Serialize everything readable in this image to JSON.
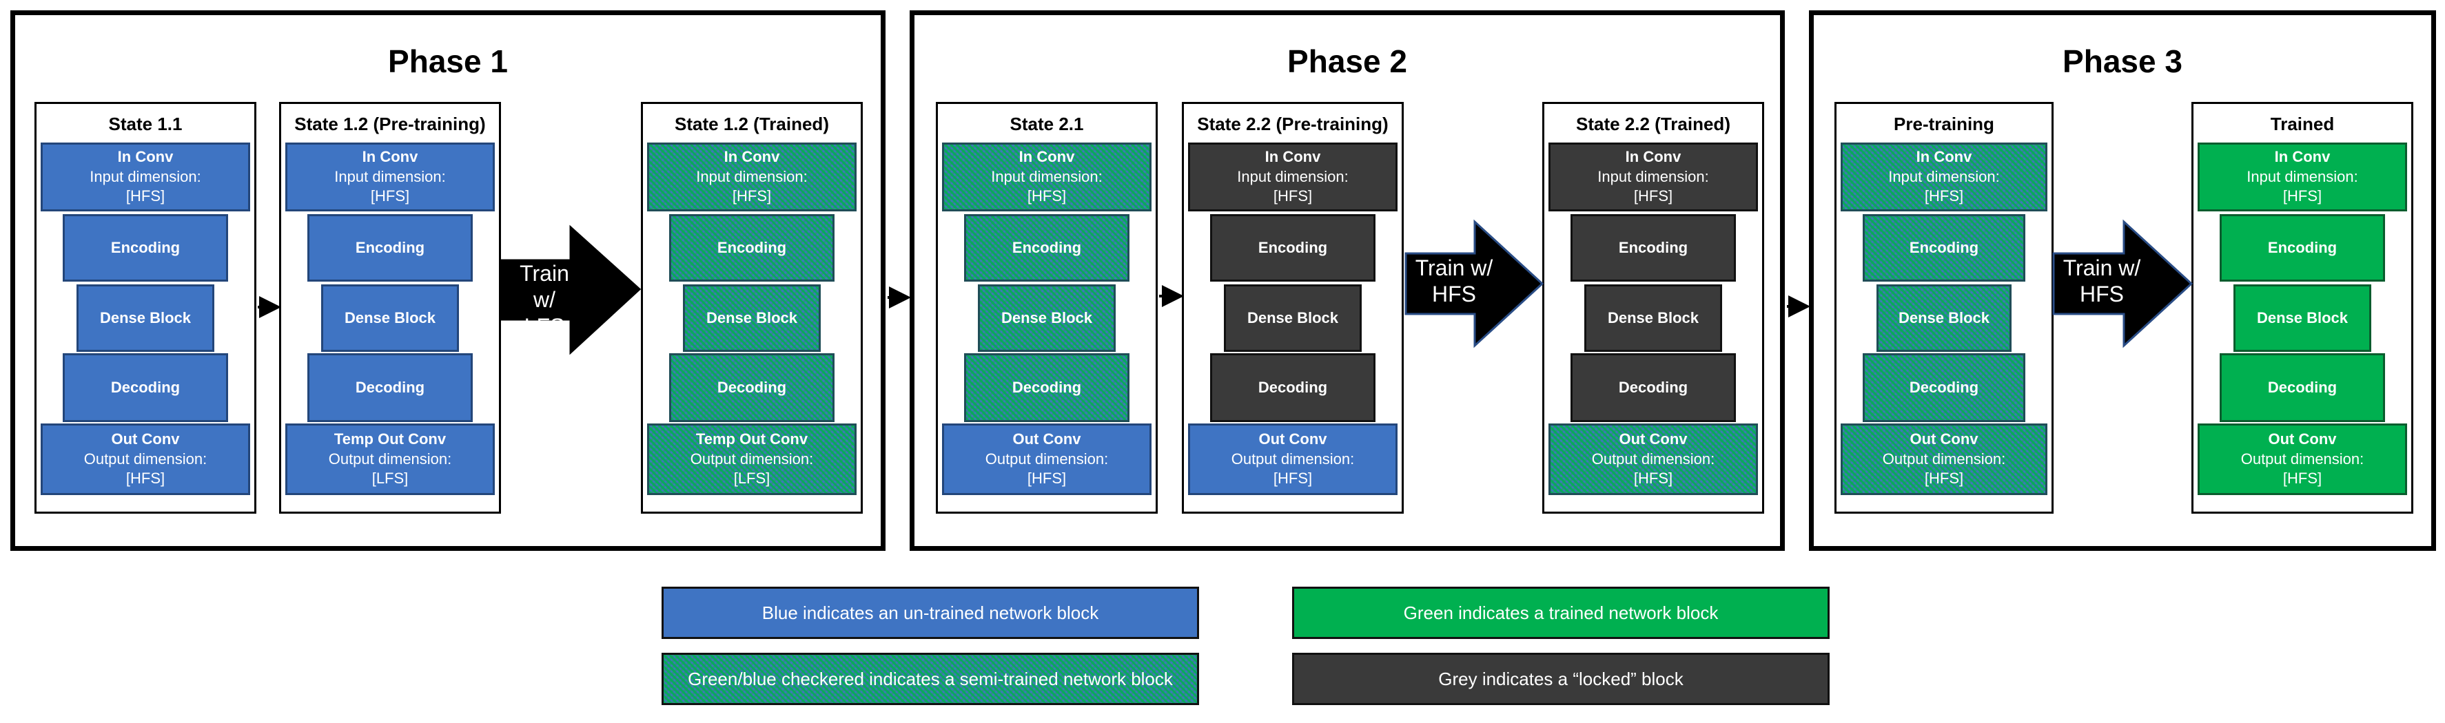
{
  "phases": [
    {
      "title": "Phase 1",
      "states": [
        {
          "title": "State 1.1",
          "blocks": [
            {
              "name": "In Conv",
              "line2": "Input dimension:",
              "line3": "[HFS]",
              "color": "blue"
            },
            {
              "name": "Encoding",
              "color": "blue"
            },
            {
              "name": "Dense Block",
              "color": "blue"
            },
            {
              "name": "Decoding",
              "color": "blue"
            },
            {
              "name": "Out Conv",
              "line2": "Output dimension:",
              "line3": "[HFS]",
              "color": "blue"
            }
          ]
        },
        {
          "title": "State 1.2 (Pre-training)",
          "blocks": [
            {
              "name": "In Conv",
              "line2": "Input dimension:",
              "line3": "[HFS]",
              "color": "blue"
            },
            {
              "name": "Encoding",
              "color": "blue"
            },
            {
              "name": "Dense Block",
              "color": "blue"
            },
            {
              "name": "Decoding",
              "color": "blue"
            },
            {
              "name": "Temp Out Conv",
              "line2": "Output dimension:",
              "line3": "[LFS]",
              "color": "blue"
            }
          ]
        },
        {
          "title": "State 1.2 (Trained)",
          "blocks": [
            {
              "name": "In Conv",
              "line2": "Input dimension:",
              "line3": "[HFS]",
              "color": "checkered"
            },
            {
              "name": "Encoding",
              "color": "checkered"
            },
            {
              "name": "Dense Block",
              "color": "checkered"
            },
            {
              "name": "Decoding",
              "color": "checkered"
            },
            {
              "name": "Temp Out Conv",
              "line2": "Output dimension:",
              "line3": "[LFS]",
              "color": "checkered"
            }
          ]
        }
      ],
      "train_arrow": {
        "line1": "Train w/",
        "line2": "LFS"
      }
    },
    {
      "title": "Phase 2",
      "states": [
        {
          "title": "State 2.1",
          "blocks": [
            {
              "name": "In Conv",
              "line2": "Input dimension:",
              "line3": "[HFS]",
              "color": "checkered"
            },
            {
              "name": "Encoding",
              "color": "checkered"
            },
            {
              "name": "Dense Block",
              "color": "checkered"
            },
            {
              "name": "Decoding",
              "color": "checkered"
            },
            {
              "name": "Out Conv",
              "line2": "Output dimension:",
              "line3": "[HFS]",
              "color": "blue"
            }
          ]
        },
        {
          "title": "State 2.2 (Pre-training)",
          "blocks": [
            {
              "name": "In Conv",
              "line2": "Input dimension:",
              "line3": "[HFS]",
              "color": "grey"
            },
            {
              "name": "Encoding",
              "color": "grey"
            },
            {
              "name": "Dense Block",
              "color": "grey"
            },
            {
              "name": "Decoding",
              "color": "grey"
            },
            {
              "name": "Out Conv",
              "line2": "Output dimension:",
              "line3": "[HFS]",
              "color": "blue"
            }
          ]
        },
        {
          "title": "State 2.2 (Trained)",
          "blocks": [
            {
              "name": "In Conv",
              "line2": "Input dimension:",
              "line3": "[HFS]",
              "color": "grey"
            },
            {
              "name": "Encoding",
              "color": "grey"
            },
            {
              "name": "Dense Block",
              "color": "grey"
            },
            {
              "name": "Decoding",
              "color": "grey"
            },
            {
              "name": "Out Conv",
              "line2": "Output dimension:",
              "line3": "[HFS]",
              "color": "checkered"
            }
          ]
        }
      ],
      "train_arrow": {
        "line1": "Train w/",
        "line2": "HFS"
      }
    },
    {
      "title": "Phase 3",
      "states": [
        {
          "title": "Pre-training",
          "blocks": [
            {
              "name": "In Conv",
              "line2": "Input dimension:",
              "line3": "[HFS]",
              "color": "checkered"
            },
            {
              "name": "Encoding",
              "color": "checkered"
            },
            {
              "name": "Dense Block",
              "color": "checkered"
            },
            {
              "name": "Decoding",
              "color": "checkered"
            },
            {
              "name": "Out Conv",
              "line2": "Output dimension:",
              "line3": "[HFS]",
              "color": "checkered"
            }
          ]
        },
        {
          "title": "Trained",
          "blocks": [
            {
              "name": "In Conv",
              "line2": "Input dimension:",
              "line3": "[HFS]",
              "color": "green"
            },
            {
              "name": "Encoding",
              "color": "green"
            },
            {
              "name": "Dense Block",
              "color": "green"
            },
            {
              "name": "Decoding",
              "color": "green"
            },
            {
              "name": "Out Conv",
              "line2": "Output dimension:",
              "line3": "[HFS]",
              "color": "green"
            }
          ]
        }
      ],
      "train_arrow": {
        "line1": "Train w/",
        "line2": "HFS"
      }
    }
  ],
  "legend": {
    "blue": "Blue indicates an un-trained network block",
    "green": "Green indicates a trained network block",
    "checkered": "Green/blue checkered indicates a semi-trained network block",
    "grey": "Grey indicates a “locked” block"
  },
  "colors": {
    "blue": "#3f74c3",
    "green": "#00b050",
    "grey": "#3a3a3a",
    "checkered": "#2f8d86"
  }
}
